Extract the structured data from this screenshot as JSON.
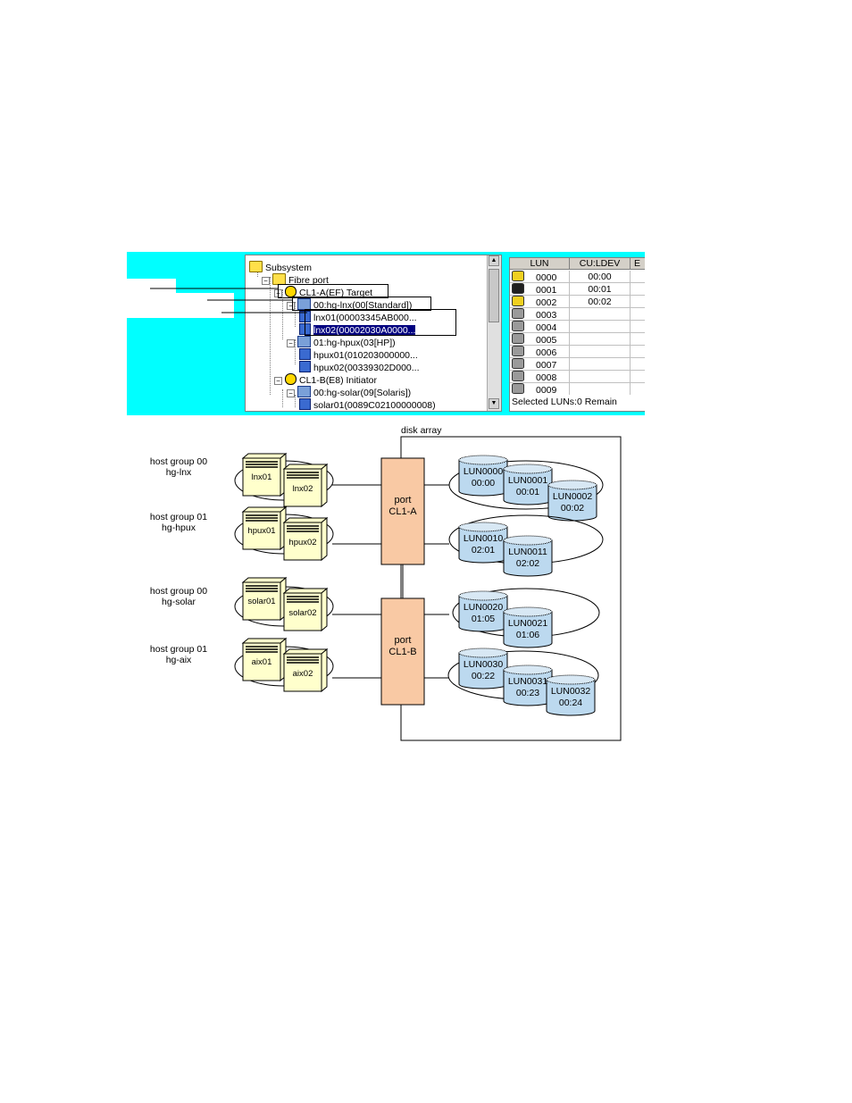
{
  "screenshot": {
    "tree": {
      "rows": [
        {
          "label": "Subsystem",
          "indent": 0,
          "icon": "folder"
        },
        {
          "label": "Fibre port",
          "indent": 1,
          "icon": "folder"
        },
        {
          "label": "CL1-A(EF) Target",
          "indent": 2,
          "icon": "port"
        },
        {
          "label": "00:hg-lnx(00[Standard])",
          "indent": 3,
          "icon": "hostgroup"
        },
        {
          "label": "lnx01(00003345AB000...",
          "indent": 4,
          "icon": "wwn"
        },
        {
          "label": "lnx02(00002030A0000...",
          "indent": 4,
          "icon": "wwn",
          "selected": true
        },
        {
          "label": "01:hg-hpux(03[HP])",
          "indent": 3,
          "icon": "hostgroup"
        },
        {
          "label": "hpux01(010203000000...",
          "indent": 4,
          "icon": "wwn"
        },
        {
          "label": "hpux02(00339302D000...",
          "indent": 4,
          "icon": "wwn"
        },
        {
          "label": "CL1-B(E8) Initiator",
          "indent": 2,
          "icon": "port"
        },
        {
          "label": "00:hg-solar(09[Solaris])",
          "indent": 3,
          "icon": "hostgroup"
        },
        {
          "label": "solar01(0089C02100000008)",
          "indent": 4,
          "icon": "wwn"
        }
      ]
    },
    "lun_table": {
      "headers": [
        "LUN",
        "CU:LDEV",
        "E"
      ],
      "rows": [
        {
          "lun": "0000",
          "ldev": "00:00",
          "e": "",
          "icon": "yellow"
        },
        {
          "lun": "0001",
          "ldev": "00:01",
          "e": "",
          "icon": "black"
        },
        {
          "lun": "0002",
          "ldev": "00:02",
          "e": "",
          "icon": "yellow"
        },
        {
          "lun": "0003",
          "ldev": "",
          "e": "",
          "icon": "grey"
        },
        {
          "lun": "0004",
          "ldev": "",
          "e": "",
          "icon": "grey"
        },
        {
          "lun": "0005",
          "ldev": "",
          "e": "",
          "icon": "grey"
        },
        {
          "lun": "0006",
          "ldev": "",
          "e": "",
          "icon": "grey"
        },
        {
          "lun": "0007",
          "ldev": "",
          "e": "",
          "icon": "grey"
        },
        {
          "lun": "0008",
          "ldev": "",
          "e": "",
          "icon": "grey"
        },
        {
          "lun": "0009",
          "ldev": "",
          "e": "",
          "icon": "grey"
        }
      ],
      "footer": "Selected LUNs:0      Remain"
    }
  },
  "diagram": {
    "disk_array_label": "disk array",
    "host_groups": [
      {
        "line1": "host group 00",
        "line2": "hg-lnx",
        "servers": [
          "lnx01",
          "lnx02"
        ]
      },
      {
        "line1": "host group 01",
        "line2": "hg-hpux",
        "servers": [
          "hpux01",
          "hpux02"
        ]
      },
      {
        "line1": "host group 00",
        "line2": "hg-solar",
        "servers": [
          "solar01",
          "solar02"
        ]
      },
      {
        "line1": "host group 01",
        "line2": "hg-aix",
        "servers": [
          "aix01",
          "aix02"
        ]
      }
    ],
    "ports": [
      {
        "line1": "port",
        "line2": "CL1-A"
      },
      {
        "line1": "port",
        "line2": "CL1-B"
      }
    ],
    "lun_groups": [
      [
        {
          "lun": "LUN0000",
          "ldev": "00:00"
        },
        {
          "lun": "LUN0001",
          "ldev": "00:01"
        },
        {
          "lun": "LUN0002",
          "ldev": "00:02"
        }
      ],
      [
        {
          "lun": "LUN0010",
          "ldev": "02:01"
        },
        {
          "lun": "LUN0011",
          "ldev": "02:02"
        }
      ],
      [
        {
          "lun": "LUN0020",
          "ldev": "01:05"
        },
        {
          "lun": "LUN0021",
          "ldev": "01:06"
        }
      ],
      [
        {
          "lun": "LUN0030",
          "ldev": "00:22"
        },
        {
          "lun": "LUN0031",
          "ldev": "00:23"
        },
        {
          "lun": "LUN0032",
          "ldev": "00:24"
        }
      ]
    ],
    "colors": {
      "port_fill": "#f9c9a4",
      "disk_fill": "#bcd9ef",
      "server_fill": "#ffffcc",
      "screenshot_bg": "#00ffff",
      "selection": "#000080"
    }
  }
}
